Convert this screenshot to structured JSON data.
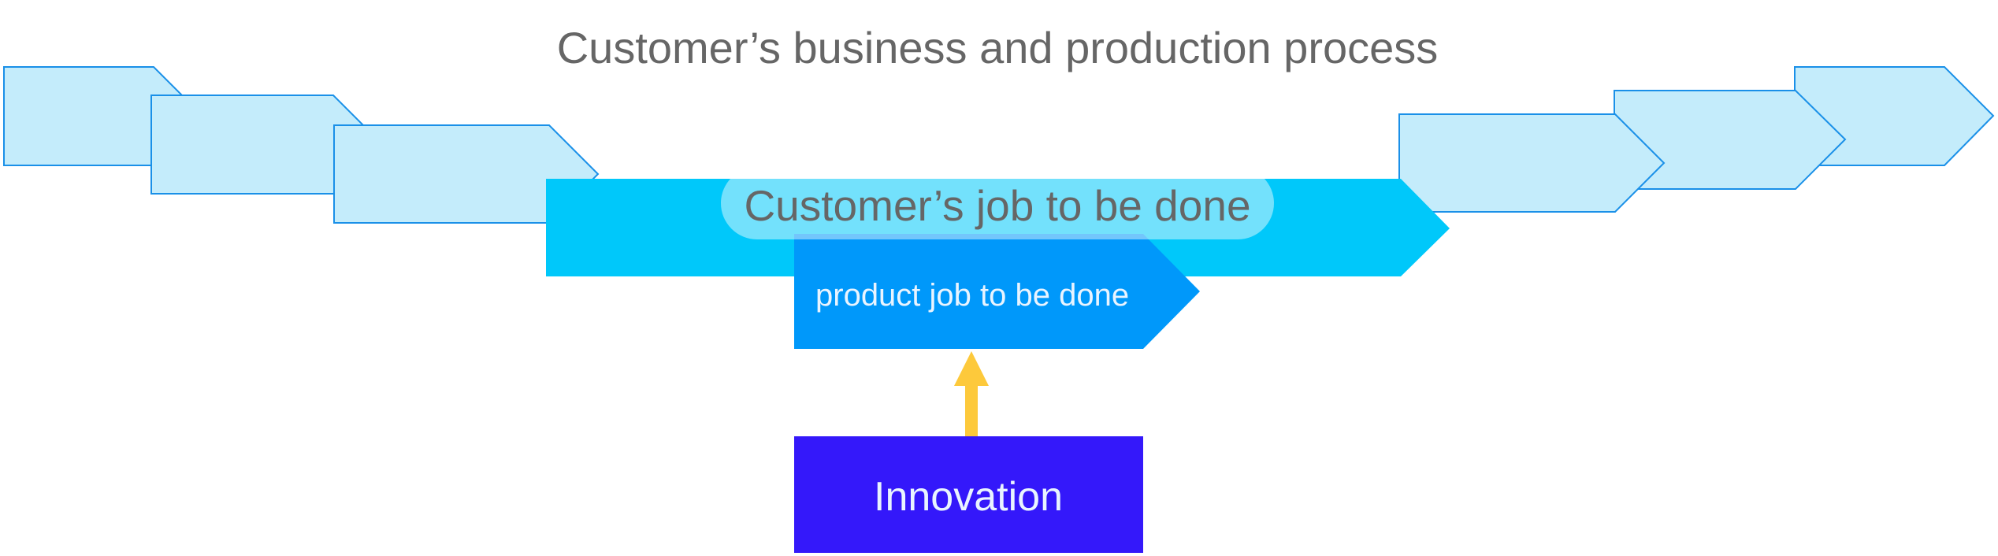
{
  "title": "Customer’s business and production process",
  "customer_job_label": "Customer’s job to be done",
  "product_job_label": "product job to be done",
  "innovation_label": "Innovation",
  "colors": {
    "background": "#ffffff",
    "process_step_fill": "#c4ecfb",
    "process_step_stroke": "#1a90e8",
    "customer_job_band": "#00c8fa",
    "product_job_band": "#0098fa",
    "innovation_box": "#3418fa",
    "arrow": "#fdc93b",
    "title_text": "#666666",
    "light_text": "#e9f4ff",
    "label_pill": "#ffffff"
  },
  "icons": {
    "up_arrow": "up-arrow-icon",
    "process_step": "chevron-shape"
  }
}
